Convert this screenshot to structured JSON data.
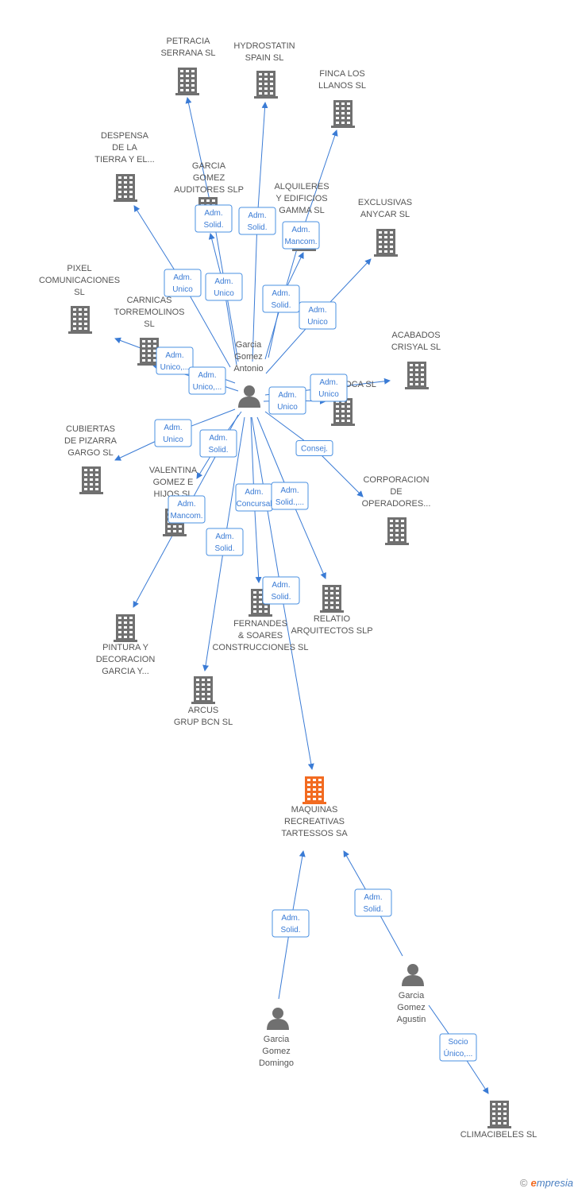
{
  "colors": {
    "company": "#707070",
    "focus": "#f26b21",
    "person": "#707070",
    "edge": "#3a7bd5",
    "label": "#555555"
  },
  "nodes": [
    {
      "id": "petracia",
      "type": "company",
      "lines": [
        "PETRACIA",
        "SERRANA SL"
      ]
    },
    {
      "id": "hydrostatin",
      "type": "company",
      "lines": [
        "HYDROSTATIN",
        "SPAIN SL"
      ]
    },
    {
      "id": "finca",
      "type": "company",
      "lines": [
        "FINCA LOS",
        "LLANOS SL"
      ]
    },
    {
      "id": "despensa",
      "type": "company",
      "lines": [
        "DESPENSA",
        "DE LA",
        "TIERRA Y EL..."
      ]
    },
    {
      "id": "garciagomezaud",
      "type": "company",
      "lines": [
        "GARCIA",
        "GOMEZ",
        "AUDITORES SLP"
      ]
    },
    {
      "id": "alquileres",
      "type": "company",
      "lines": [
        "ALQUILERES",
        "Y EDIFICIOS",
        "GAMMA SL"
      ]
    },
    {
      "id": "exclusivas",
      "type": "company",
      "lines": [
        "EXCLUSIVAS",
        "ANYCAR SL"
      ]
    },
    {
      "id": "pixel",
      "type": "company",
      "lines": [
        "PIXEL",
        "COMUNICACIONES",
        "SL"
      ]
    },
    {
      "id": "carnicas",
      "type": "company",
      "lines": [
        "CARNICAS",
        "TORREMOLINOS",
        "SL"
      ]
    },
    {
      "id": "acabados",
      "type": "company",
      "lines": [
        "ACABADOS",
        "CRISYAL SL"
      ]
    },
    {
      "id": "oca",
      "type": "company",
      "lines": [
        "OCA SL"
      ]
    },
    {
      "id": "cubiertas",
      "type": "company",
      "lines": [
        "CUBIERTAS",
        "DE PIZARRA",
        "GARGO SL"
      ]
    },
    {
      "id": "valentina",
      "type": "company",
      "lines": [
        "VALENTINA",
        "GOMEZ E",
        "HIJOS SL"
      ]
    },
    {
      "id": "corporacion",
      "type": "company",
      "lines": [
        "CORPORACION",
        "DE",
        "OPERADORES..."
      ]
    },
    {
      "id": "pintura",
      "type": "company",
      "lines": [
        "PINTURA Y",
        "DECORACION",
        "GARCIA Y..."
      ]
    },
    {
      "id": "fernandes",
      "type": "company",
      "lines": [
        "FERNANDES",
        "& SOARES",
        "CONSTRUCCIONES SL"
      ]
    },
    {
      "id": "relatio",
      "type": "company",
      "lines": [
        "RELATIO",
        "ARQUITECTOS SLP"
      ]
    },
    {
      "id": "arcus",
      "type": "company",
      "lines": [
        "ARCUS",
        "GRUP BCN SL"
      ]
    },
    {
      "id": "maquinas",
      "type": "focus",
      "lines": [
        "MAQUINAS",
        "RECREATIVAS",
        "TARTESSOS SA"
      ]
    },
    {
      "id": "antonio",
      "type": "person",
      "lines": [
        "Garcia",
        "Gomez",
        "Antonio"
      ]
    },
    {
      "id": "domingo",
      "type": "person",
      "lines": [
        "Garcia",
        "Gomez",
        "Domingo"
      ]
    },
    {
      "id": "agustin",
      "type": "person",
      "lines": [
        "Garcia",
        "Gomez",
        "Agustin"
      ]
    },
    {
      "id": "climacibeles",
      "type": "company",
      "lines": [
        "CLIMACIBELES SL"
      ]
    }
  ],
  "edges": [
    {
      "from": "antonio",
      "to": "petracia",
      "lines": [
        "Adm.",
        "Solid."
      ]
    },
    {
      "from": "antonio",
      "to": "hydrostatin",
      "lines": [
        "Adm.",
        "Solid."
      ]
    },
    {
      "from": "antonio",
      "to": "finca",
      "lines": [
        "Adm.",
        "Mancom."
      ]
    },
    {
      "from": "antonio",
      "to": "despensa",
      "lines": [
        "Adm.",
        "Unico"
      ]
    },
    {
      "from": "antonio",
      "to": "garciagomezaud",
      "lines": [
        "Adm.",
        "Unico"
      ]
    },
    {
      "from": "antonio",
      "to": "alquileres",
      "lines": [
        "Adm.",
        "Solid."
      ]
    },
    {
      "from": "antonio",
      "to": "exclusivas",
      "lines": [
        "Adm.",
        "Unico"
      ]
    },
    {
      "from": "antonio",
      "to": "pixel",
      "lines": [
        "Adm.",
        "Unico,..."
      ]
    },
    {
      "from": "antonio",
      "to": "carnicas",
      "lines": [
        "Adm.",
        "Unico,..."
      ]
    },
    {
      "from": "antonio",
      "to": "acabados",
      "lines": [
        "Adm.",
        "Unico"
      ]
    },
    {
      "from": "antonio",
      "to": "oca",
      "lines": [
        "Adm.",
        "Unico"
      ]
    },
    {
      "from": "antonio",
      "to": "cubiertas",
      "lines": [
        "Adm.",
        "Unico"
      ]
    },
    {
      "from": "antonio",
      "to": "valentina",
      "lines": [
        "Adm.",
        "Solid."
      ]
    },
    {
      "from": "antonio",
      "to": "corporacion",
      "lines": [
        "Consej."
      ]
    },
    {
      "from": "antonio",
      "to": "pintura",
      "lines": [
        "Adm.",
        "Mancom."
      ]
    },
    {
      "from": "antonio",
      "to": "fernandes",
      "lines": [
        "Adm.",
        "Concursal"
      ]
    },
    {
      "from": "antonio",
      "to": "relatio",
      "lines": [
        "Adm.",
        "Solid.,..."
      ]
    },
    {
      "from": "antonio",
      "to": "arcus",
      "lines": [
        "Adm.",
        "Solid."
      ]
    },
    {
      "from": "antonio",
      "to": "maquinas",
      "lines": [
        "Adm.",
        "Solid."
      ]
    },
    {
      "from": "domingo",
      "to": "maquinas",
      "lines": [
        "Adm.",
        "Solid."
      ]
    },
    {
      "from": "agustin",
      "to": "maquinas",
      "lines": [
        "Adm.",
        "Solid."
      ]
    },
    {
      "from": "agustin",
      "to": "climacibeles",
      "lines": [
        "Socio",
        "Único,..."
      ]
    }
  ],
  "footer": {
    "copyright": "©",
    "brand_first": "e",
    "brand_rest": "mpresia"
  }
}
